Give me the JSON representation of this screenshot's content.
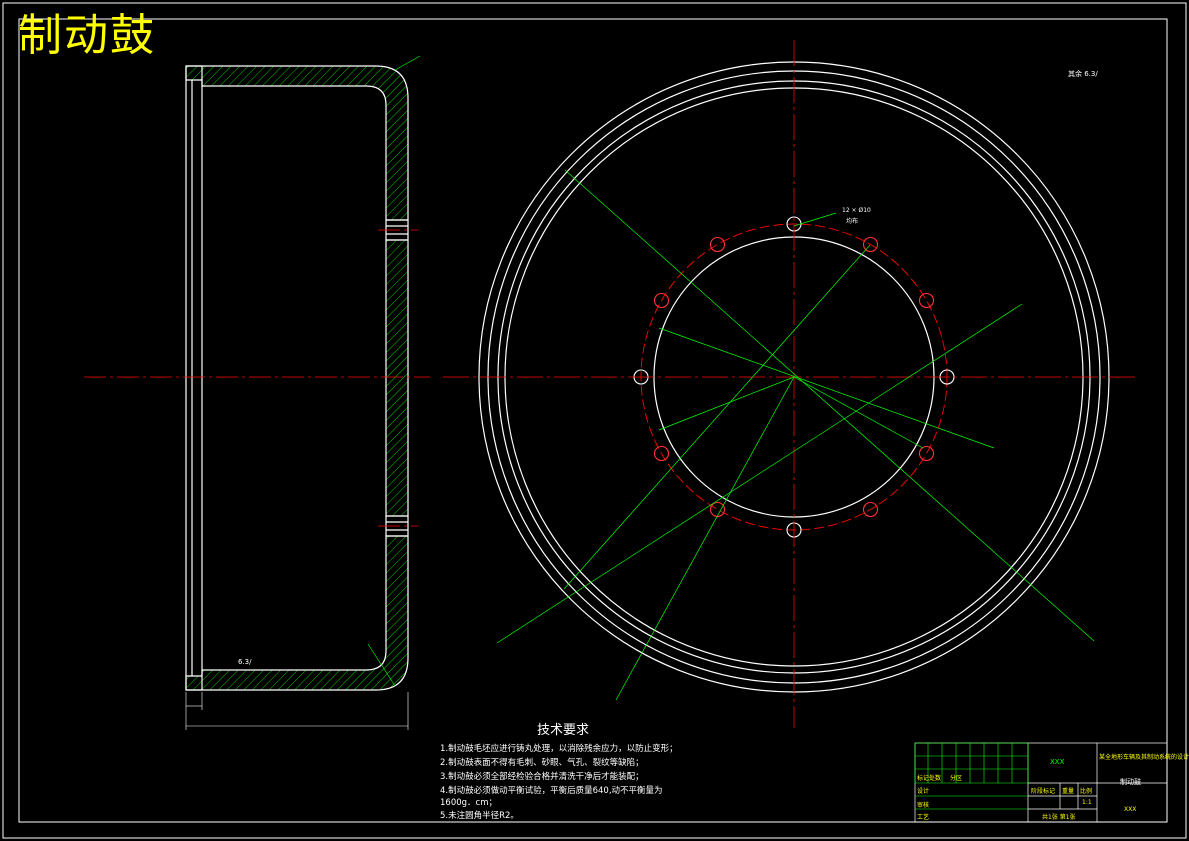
{
  "drawing": {
    "title": "制动鼓",
    "colors": {
      "outline": "#ffffff",
      "centerline": "#ff0000",
      "dimension": "#00ff00",
      "title_text": "#ffff00",
      "hatch": "#00ff00",
      "background": "#000000"
    }
  },
  "technical_requirements": {
    "title": "技术要求",
    "items": [
      "1.制动鼓毛坯应进行铸丸处理，以消除残余应力，以防止变形；",
      "2.制动鼓表面不得有毛刺、砂眼、气孔、裂纹等缺陷；",
      "3.制动鼓必须全部经检验合格并清洗干净后才能装配；",
      "4.制动鼓必须做动平衡试验，平衡后质量640,动不平衡量为",
      "1600g．cm；",
      "5.未注圆角半径R2。"
    ]
  },
  "title_block": {
    "part_name": "制动鼓",
    "school": "XXX",
    "project": "某全地形车辆及其制动系统的设计",
    "labels": {
      "mark_history": "标记处数",
      "file": "分区",
      "design": "设计",
      "review": "审核",
      "process": "工艺",
      "stage_mark": "阶段标记",
      "weight": "重量",
      "scale": "比例",
      "scale_value": "1:1",
      "sheet": "共1张  第1张",
      "drawing_no": "XXX"
    }
  },
  "annotations": {
    "top_right": "其余 6.3/",
    "hole_callout": "12 × Ø10",
    "hole_callout_sub": "均布",
    "surface": "6.3/"
  }
}
